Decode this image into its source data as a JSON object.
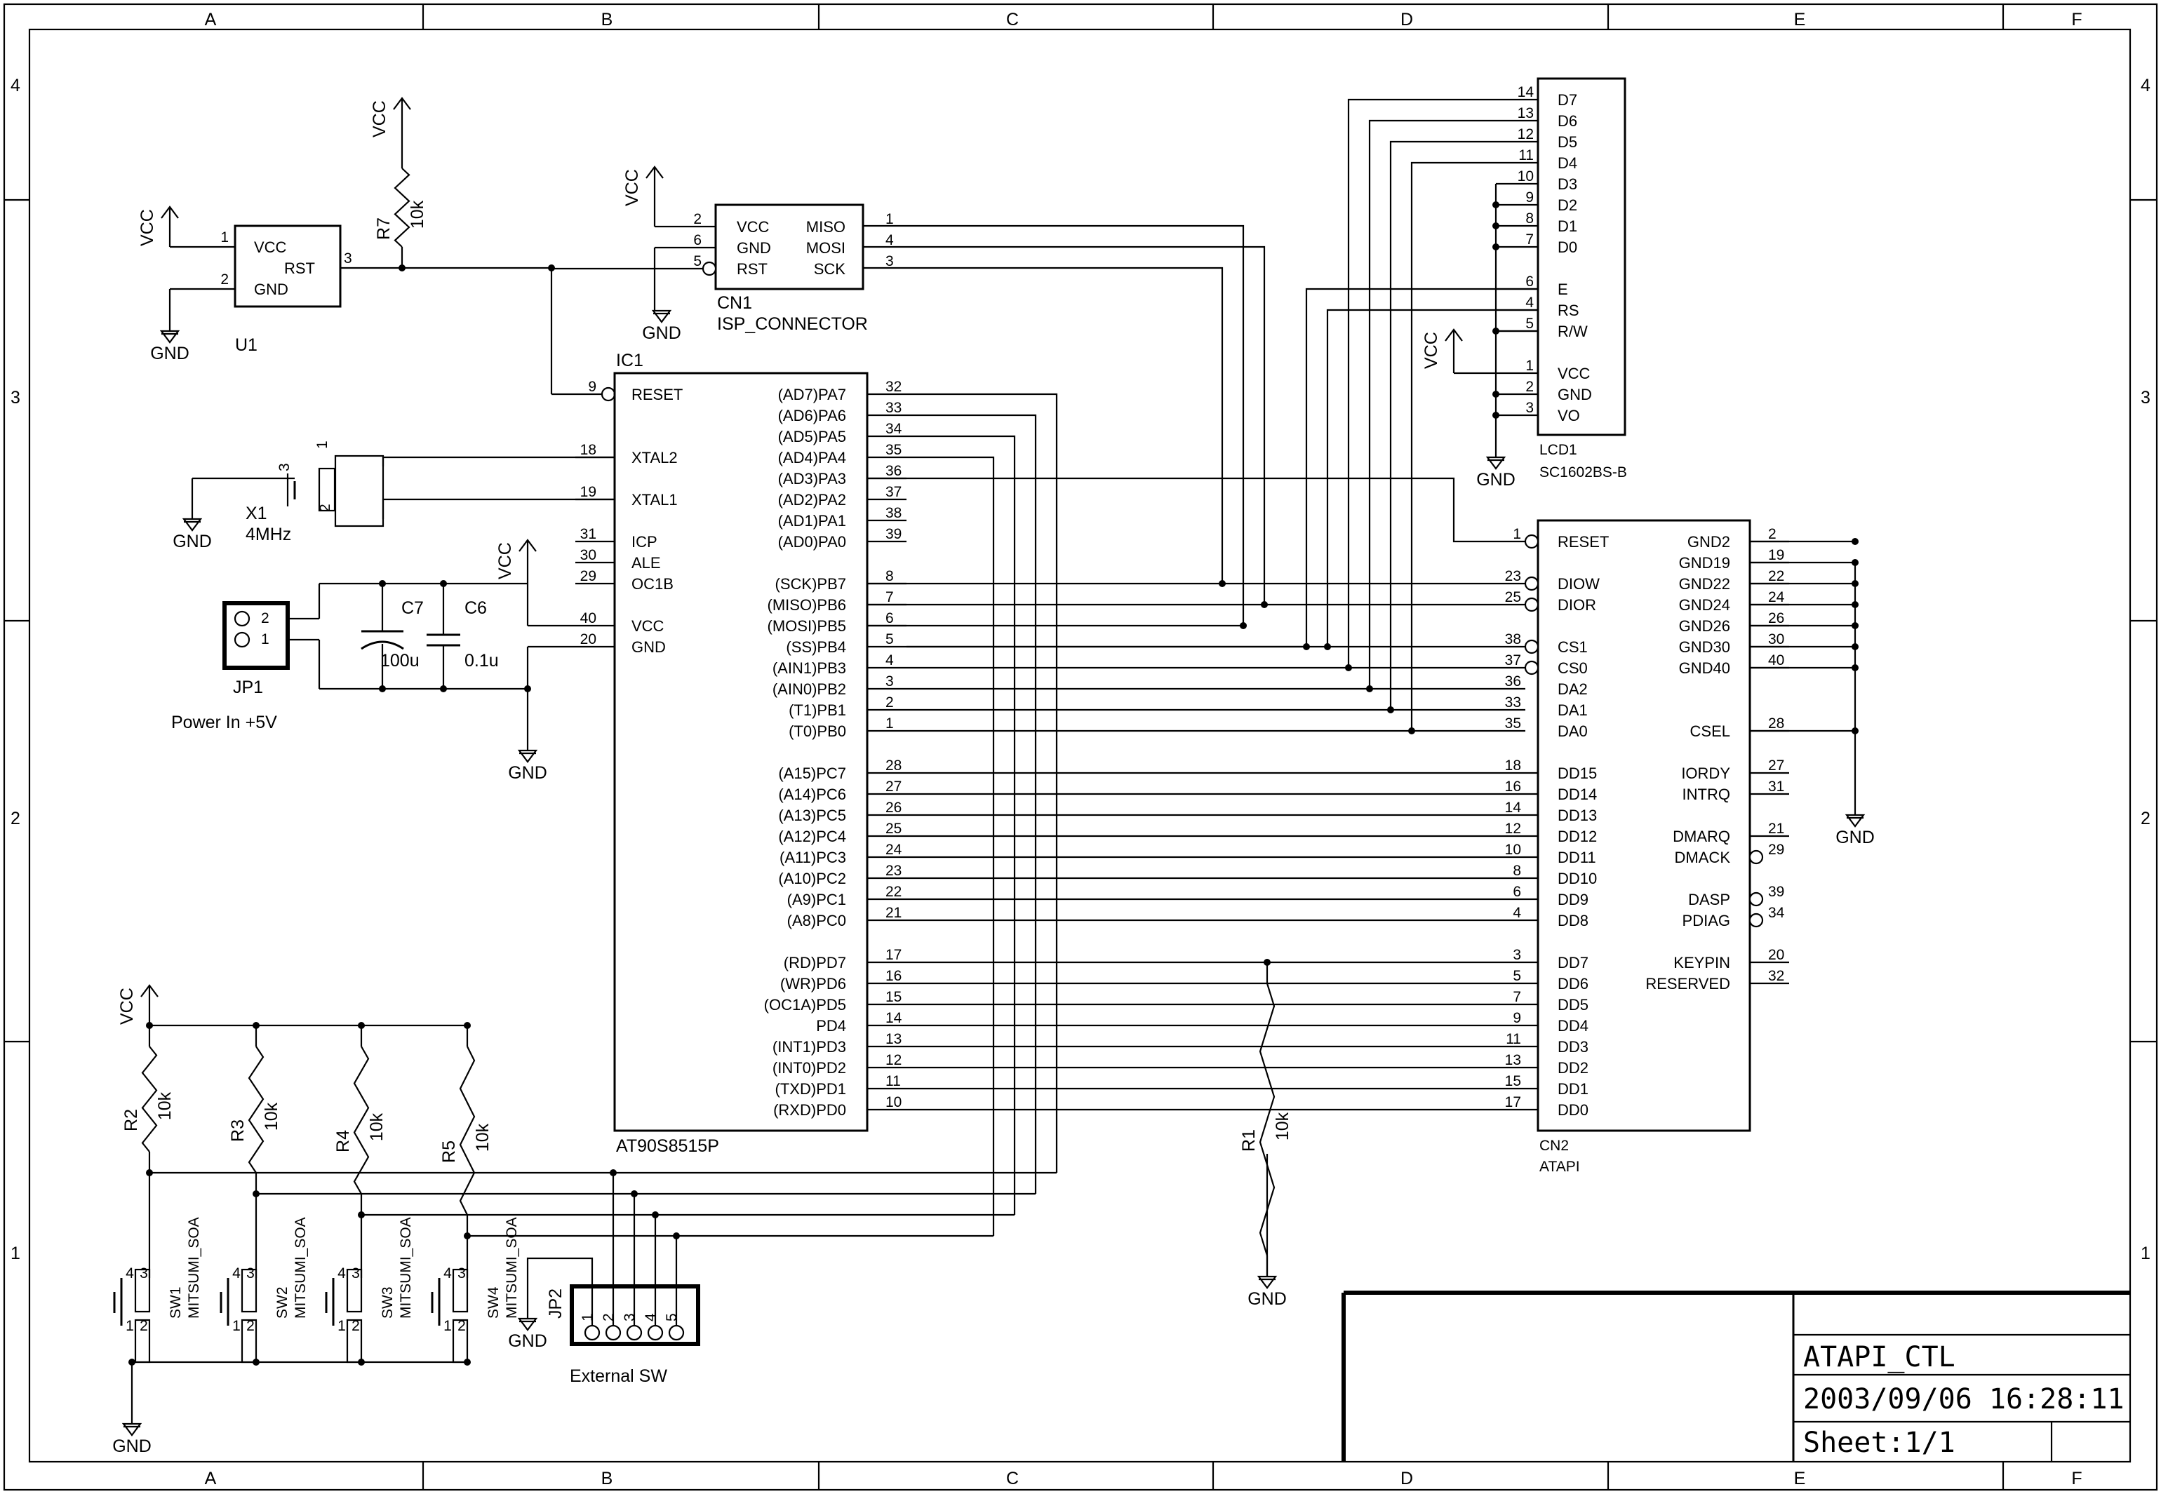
{
  "border": {
    "columns": [
      "A",
      "B",
      "C",
      "D",
      "E",
      "F"
    ],
    "rows": [
      "4",
      "3",
      "2",
      "1"
    ]
  },
  "labels": {
    "vcc": "VCC",
    "gnd": "GND",
    "power_in": "Power In +5V",
    "external_sw": "External SW"
  },
  "u1": {
    "ref": "U1",
    "pins": [
      "VCC",
      "RST",
      "GND"
    ],
    "pin_numbers": [
      "1",
      "3",
      "2"
    ]
  },
  "resistors": [
    {
      "ref": "R7",
      "value": "10k"
    },
    {
      "ref": "R2",
      "value": "10k"
    },
    {
      "ref": "R3",
      "value": "10k"
    },
    {
      "ref": "R4",
      "value": "10k"
    },
    {
      "ref": "R5",
      "value": "10k"
    },
    {
      "ref": "R1",
      "value": "10k"
    }
  ],
  "cn1": {
    "ref": "CN1",
    "name": "ISP_CONNECTOR",
    "left_pins": [
      {
        "num": "2",
        "name": "VCC"
      },
      {
        "num": "6",
        "name": "GND"
      },
      {
        "num": "5",
        "name": "RST"
      }
    ],
    "right_pins": [
      {
        "num": "1",
        "name": "MISO"
      },
      {
        "num": "4",
        "name": "MOSI"
      },
      {
        "num": "3",
        "name": "SCK"
      }
    ]
  },
  "crystal": {
    "ref": "X1",
    "value": "4MHz",
    "pins": [
      "1",
      "2",
      "3"
    ]
  },
  "capacitors": [
    {
      "ref": "C7",
      "value": "100u"
    },
    {
      "ref": "C6",
      "value": "0.1u"
    }
  ],
  "jp1": {
    "ref": "JP1",
    "pins": [
      "2",
      "1"
    ]
  },
  "ic1": {
    "ref": "IC1",
    "part": "AT90S8515P",
    "left_pins": [
      {
        "num": "9",
        "name": "RESET"
      },
      {
        "num": "18",
        "name": "XTAL2"
      },
      {
        "num": "19",
        "name": "XTAL1"
      },
      {
        "num": "31",
        "name": "ICP"
      },
      {
        "num": "30",
        "name": "ALE"
      },
      {
        "num": "29",
        "name": "OC1B"
      },
      {
        "num": "40",
        "name": "VCC"
      },
      {
        "num": "20",
        "name": "GND"
      }
    ],
    "right_pins": [
      {
        "num": "32",
        "name": "(AD7)PA7"
      },
      {
        "num": "33",
        "name": "(AD6)PA6"
      },
      {
        "num": "34",
        "name": "(AD5)PA5"
      },
      {
        "num": "35",
        "name": "(AD4)PA4"
      },
      {
        "num": "36",
        "name": "(AD3)PA3"
      },
      {
        "num": "37",
        "name": "(AD2)PA2"
      },
      {
        "num": "38",
        "name": "(AD1)PA1"
      },
      {
        "num": "39",
        "name": "(AD0)PA0"
      },
      {
        "num": "8",
        "name": "(SCK)PB7"
      },
      {
        "num": "7",
        "name": "(MISO)PB6"
      },
      {
        "num": "6",
        "name": "(MOSI)PB5"
      },
      {
        "num": "5",
        "name": "(SS)PB4"
      },
      {
        "num": "4",
        "name": "(AIN1)PB3"
      },
      {
        "num": "3",
        "name": "(AIN0)PB2"
      },
      {
        "num": "2",
        "name": "(T1)PB1"
      },
      {
        "num": "1",
        "name": "(T0)PB0"
      },
      {
        "num": "28",
        "name": "(A15)PC7"
      },
      {
        "num": "27",
        "name": "(A14)PC6"
      },
      {
        "num": "26",
        "name": "(A13)PC5"
      },
      {
        "num": "25",
        "name": "(A12)PC4"
      },
      {
        "num": "24",
        "name": "(A11)PC3"
      },
      {
        "num": "23",
        "name": "(A10)PC2"
      },
      {
        "num": "22",
        "name": "(A9)PC1"
      },
      {
        "num": "21",
        "name": "(A8)PC0"
      },
      {
        "num": "17",
        "name": "(RD)PD7"
      },
      {
        "num": "16",
        "name": "(WR)PD6"
      },
      {
        "num": "15",
        "name": "(OC1A)PD5"
      },
      {
        "num": "14",
        "name": "PD4"
      },
      {
        "num": "13",
        "name": "(INT1)PD3"
      },
      {
        "num": "12",
        "name": "(INT0)PD2"
      },
      {
        "num": "11",
        "name": "(TXD)PD1"
      },
      {
        "num": "10",
        "name": "(RXD)PD0"
      }
    ]
  },
  "lcd1": {
    "ref": "LCD1",
    "part": "SC1602BS-B",
    "pins": [
      {
        "num": "14",
        "name": "D7"
      },
      {
        "num": "13",
        "name": "D6"
      },
      {
        "num": "12",
        "name": "D5"
      },
      {
        "num": "11",
        "name": "D4"
      },
      {
        "num": "10",
        "name": "D3"
      },
      {
        "num": "9",
        "name": "D2"
      },
      {
        "num": "8",
        "name": "D1"
      },
      {
        "num": "7",
        "name": "D0"
      },
      {
        "num": "6",
        "name": "E"
      },
      {
        "num": "4",
        "name": "RS"
      },
      {
        "num": "5",
        "name": "R/W"
      },
      {
        "num": "1",
        "name": "VCC"
      },
      {
        "num": "2",
        "name": "GND"
      },
      {
        "num": "3",
        "name": "VO"
      }
    ]
  },
  "cn2": {
    "ref": "CN2",
    "part": "ATAPI",
    "left_pins": [
      {
        "num": "1",
        "name": "RESET"
      },
      {
        "num": "23",
        "name": "DIOW"
      },
      {
        "num": "25",
        "name": "DIOR"
      },
      {
        "num": "38",
        "name": "CS1"
      },
      {
        "num": "37",
        "name": "CS0"
      },
      {
        "num": "36",
        "name": "DA2"
      },
      {
        "num": "33",
        "name": "DA1"
      },
      {
        "num": "35",
        "name": "DA0"
      },
      {
        "num": "18",
        "name": "DD15"
      },
      {
        "num": "16",
        "name": "DD14"
      },
      {
        "num": "14",
        "name": "DD13"
      },
      {
        "num": "12",
        "name": "DD12"
      },
      {
        "num": "10",
        "name": "DD11"
      },
      {
        "num": "8",
        "name": "DD10"
      },
      {
        "num": "6",
        "name": "DD9"
      },
      {
        "num": "4",
        "name": "DD8"
      },
      {
        "num": "3",
        "name": "DD7"
      },
      {
        "num": "5",
        "name": "DD6"
      },
      {
        "num": "7",
        "name": "DD5"
      },
      {
        "num": "9",
        "name": "DD4"
      },
      {
        "num": "11",
        "name": "DD3"
      },
      {
        "num": "13",
        "name": "DD2"
      },
      {
        "num": "15",
        "name": "DD1"
      },
      {
        "num": "17",
        "name": "DD0"
      }
    ],
    "right_pins": [
      {
        "num": "2",
        "name": "GND2"
      },
      {
        "num": "19",
        "name": "GND19"
      },
      {
        "num": "22",
        "name": "GND22"
      },
      {
        "num": "24",
        "name": "GND24"
      },
      {
        "num": "26",
        "name": "GND26"
      },
      {
        "num": "30",
        "name": "GND30"
      },
      {
        "num": "40",
        "name": "GND40"
      },
      {
        "num": "28",
        "name": "CSEL"
      },
      {
        "num": "27",
        "name": "IORDY"
      },
      {
        "num": "31",
        "name": "INTRQ"
      },
      {
        "num": "21",
        "name": "DMARQ"
      },
      {
        "num": "29",
        "name": "DMACK"
      },
      {
        "num": "39",
        "name": "DASP"
      },
      {
        "num": "34",
        "name": "PDIAG"
      },
      {
        "num": "20",
        "name": "KEYPIN"
      },
      {
        "num": "32",
        "name": "RESERVED"
      }
    ]
  },
  "switches": [
    {
      "ref": "SW1",
      "part": "MITSUMI_SOA",
      "pins": [
        "4",
        "3",
        "1",
        "2"
      ]
    },
    {
      "ref": "SW2",
      "part": "MITSUMI_SOA",
      "pins": [
        "4",
        "3",
        "1",
        "2"
      ]
    },
    {
      "ref": "SW3",
      "part": "MITSUMI_SOA",
      "pins": [
        "4",
        "3",
        "1",
        "2"
      ]
    },
    {
      "ref": "SW4",
      "part": "MITSUMI_SOA",
      "pins": [
        "4",
        "3",
        "1",
        "2"
      ]
    }
  ],
  "jp2": {
    "ref": "JP2",
    "pins": [
      "1",
      "2",
      "3",
      "4",
      "5"
    ]
  },
  "title_block": {
    "title": "ATAPI_CTL",
    "date": "2003/09/06 16:28:11",
    "sheet": "Sheet:1/1"
  }
}
